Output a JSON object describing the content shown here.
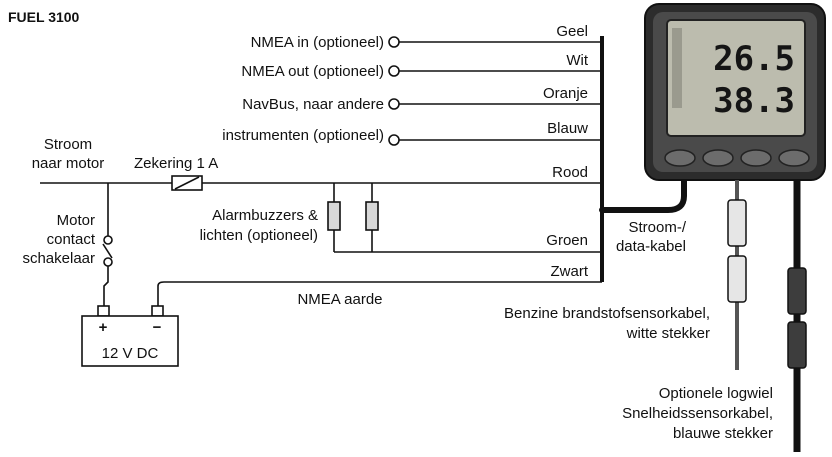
{
  "title": "FUEL 3100",
  "device": {
    "display_value_top": "26.5",
    "display_value_bottom": "38.3"
  },
  "wires": [
    {
      "color_label": "Geel",
      "source_label": "NMEA in (optioneel)"
    },
    {
      "color_label": "Wit",
      "source_label": "NMEA out (optioneel)"
    },
    {
      "color_label": "Oranje",
      "source_label": "NavBus, naar andere"
    },
    {
      "color_label": "Blauw",
      "source_label": "instrumenten (optioneel)"
    },
    {
      "color_label": "Rood",
      "source_label": "Zekering 1 A"
    },
    {
      "color_label": "Groen",
      "source_label": "Alarmbuzzers & lichten (optioneel)"
    },
    {
      "color_label": "Zwart",
      "source_label": "NMEA aarde"
    }
  ],
  "left_labels": {
    "power_line_1": "Stroom",
    "power_line_2": "naar motor",
    "switch_1": "Motor",
    "switch_2": "contact",
    "switch_3": "schakelaar",
    "alarm_1": "Alarmbuzzers &",
    "alarm_2": "lichten (optioneel)",
    "battery": "12 V DC",
    "battery_plus": "+",
    "battery_minus": "−"
  },
  "right_labels": {
    "cable_1": "Stroom-/",
    "cable_2": "data-kabel",
    "fuel_sensor_1": "Benzine brandstofsensorkabel,",
    "fuel_sensor_2": "witte stekker",
    "speed_sensor_1": "Optionele logwiel",
    "speed_sensor_2": "Snelheidssensorkabel,",
    "speed_sensor_3": "blauwe stekker"
  }
}
